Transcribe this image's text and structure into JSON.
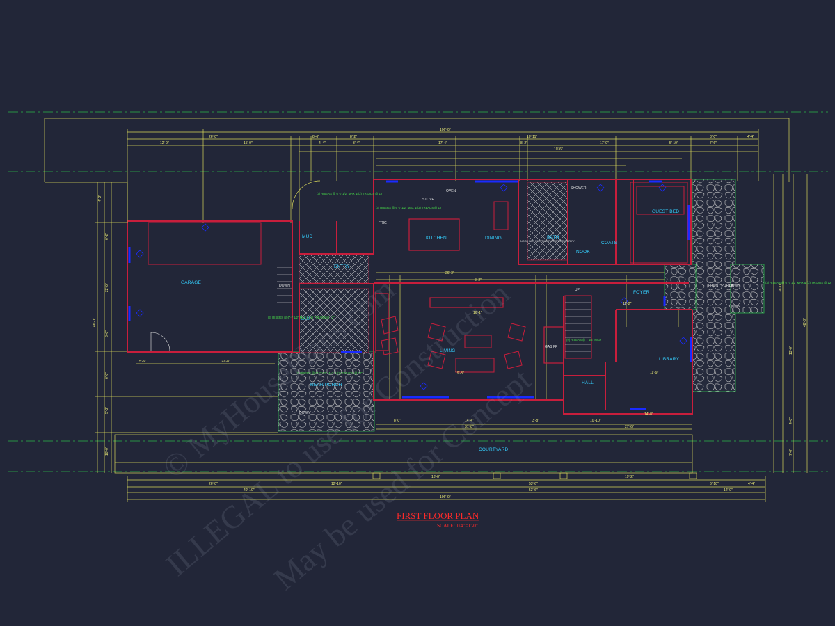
{
  "plan": {
    "title": "FIRST FLOOR PLAN",
    "scale": "SCALE: 1/4\"=1'-0\"",
    "colors": {
      "background": "#222638",
      "dimension": "#d8d85a",
      "wall": "#c81e3c",
      "window": "#1a2bff",
      "centerline": "#2bb84a",
      "label": "#35d0ff",
      "stone": "#c9c9c9",
      "title": "#ff2a2a"
    }
  },
  "rooms": {
    "garage": "GARAGE",
    "mud": "MUD",
    "entry": "ENTRY",
    "laundry": "LAU",
    "stove": "STOVE",
    "oven": "OVEN",
    "fridge": "FRIG",
    "kitchen": "KITCHEN",
    "dining": "DINING",
    "nook_furniture": "NOOK FOR EXISTING FURNITURE (VERIFY)",
    "bath": "BATH",
    "shower": "SHOWER",
    "nook": "NOOK",
    "coats": "COATS",
    "guest_bed": "GUEST BED",
    "foyer": "FOYER",
    "front_porch": "FRONT PORCH",
    "living": "LIVING",
    "gas_fp": "GAS FP",
    "library": "LIBRARY",
    "hall": "HALL",
    "rear_porch": "REAR PORCH",
    "courtyard": "COURTYARD",
    "down_1": "DOWN",
    "down_2": "DOWN",
    "down_3": "DOWN",
    "down_4": "DOWN",
    "up": "UP"
  },
  "notes": {
    "risers_1": "(3) RISERS @ 6\"-7 1/2\" MAX & (2) TREADS @ 12\"",
    "risers_2": "(3) RISERS @ 6\"-7 1/2\" MAX & (2) TREADS @ 12\"",
    "risers_3": "(3) RISERS @ 6\"-7 1/2\" MAX & (2) TREADS @ 12\"",
    "risers_4": "(3) RISERS @ 6\"-7 1/2\" MAX & (2) TREADS @ 12\"",
    "risers_5": "(3) RISERS @ 6\"-7 1/2\" MAX & (2) TREADS @ 12\"",
    "stairs_1": "(9) RISERS @ 7 1/2\" MAX"
  },
  "dimensions": {
    "overall_top": "106'-0\"",
    "overall_bottom": "106'-0\"",
    "top_row": [
      "26'-0\"",
      "8'-6\"",
      "8'-2\"",
      "10'-11\"",
      "8'-0\"",
      "4'-4\""
    ],
    "second_row": [
      "12'-0\"",
      "15'-0\"",
      "4'-4\"",
      "3'-4\"",
      "17'-4\"",
      "8'-2\"",
      "10'-6\"",
      "17'-0\"",
      "5'-10\"",
      "7'-6\""
    ],
    "left_col": [
      "4'-2\"",
      "6'-2\"",
      "22'-0\"",
      "8'-0\"",
      "6'-0\"",
      "5'-3\"",
      "46'-0\"",
      "10'-0\""
    ],
    "right_col": [
      "38'-0\"",
      "48'-8\"",
      "13'-0\"",
      "4'-0\"",
      "7'-0\""
    ],
    "bottom_row_1": [
      "26'-0\"",
      "12'-10\"",
      "18'-8\"",
      "53'-6\"",
      "19'-2\"",
      "6'-10\"",
      "4'-4\""
    ],
    "bottom_row_2": [
      "40'-10\"",
      "53'-6\"",
      "12'-0\""
    ],
    "inner": [
      "5'-6\"",
      "22'-8\"",
      "8'-0\"",
      "14'-4\"",
      "3'-8\"",
      "31'-8\"",
      "10'-10\"",
      "27'-6\"",
      "14'-8\"",
      "26'-3\"",
      "8'-2\"",
      "16'-1\"",
      "11'-2\"",
      "19'-8\"",
      "11'-9\""
    ]
  },
  "watermark": {
    "line1": "© MyHousePlans.com",
    "line2": "ILLEGAL to use for Construction",
    "line3": "May be used for Concept"
  }
}
